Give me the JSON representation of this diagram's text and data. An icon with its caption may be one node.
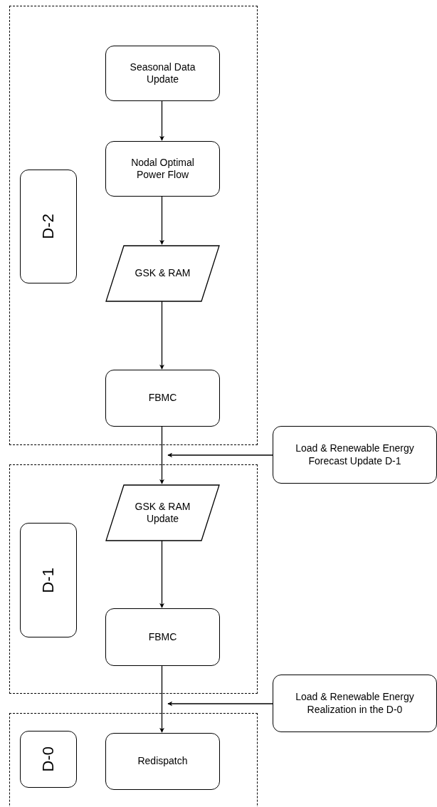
{
  "diagram": {
    "nodes": [
      {
        "text": [],
        "shape": "box"
      },
      {
        "text": [
          "D-2"
        ],
        "in": 0
      },
      {
        "text": [
          "Seasonal Data Update"
        ],
        "in": 0
      },
      {
        "text": [
          "Nodal Optimal Power Flow"
        ],
        "in": 0
      },
      {
        "text": [
          "GSK & RAM"
        ],
        "in": 0
      },
      {
        "text": [
          "FBMC"
        ],
        "in": 0
      },
      {
        "text": [
          "Load & Renewable Energy Forecast Update D-1"
        ]
      },
      {
        "text": [],
        "shape": "box"
      },
      {
        "text": [
          "D-1"
        ],
        "in": 7
      },
      {
        "text": [
          "GSK & RAM Update"
        ],
        "in": 7
      },
      {
        "text": [
          "FBMC"
        ],
        "in": 7
      },
      {
        "text": [
          "Load & Renewable Energy Realization in the D-0"
        ]
      },
      {
        "text": [],
        "shape": "box"
      },
      {
        "text": [
          "D-0"
        ],
        "in": 12
      },
      {
        "text": [
          "Redispatch"
        ],
        "in": 12
      }
    ],
    "edges": [
      {
        "from": 2,
        "to": 3,
        "arrow": "to"
      },
      {
        "from": 3,
        "to": 4,
        "arrow": "to"
      },
      {
        "from": 4,
        "to": 5,
        "arrow": "to"
      },
      {
        "from": 5,
        "to": 9,
        "arrow": "to"
      },
      {
        "from": 6,
        "to": 7,
        "arrow": "to"
      },
      {
        "from": 9,
        "to": 10,
        "arrow": "to"
      },
      {
        "from": 10,
        "to": 14,
        "arrow": "to"
      },
      {
        "from": 11,
        "to": 12,
        "arrow": "to"
      }
    ]
  }
}
